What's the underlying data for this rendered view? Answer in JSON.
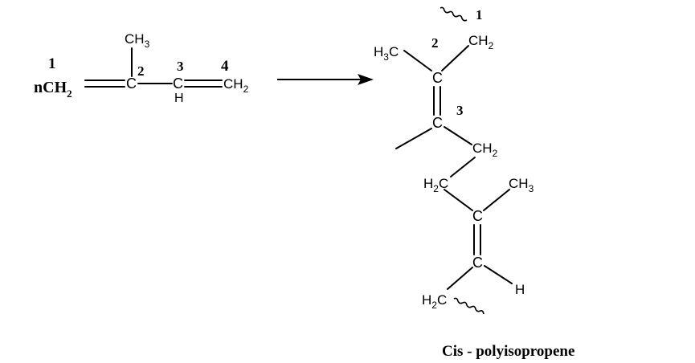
{
  "monomer": {
    "n_prefix": "n",
    "ch2_left": "CH",
    "ch2_left_sub": "2",
    "c2": "C",
    "c3": "C",
    "h3": "H",
    "ch2_right": "CH",
    "ch2_right_sub": "2",
    "methyl": "CH",
    "methyl_sub": "3",
    "num1": "1",
    "num2": "2",
    "num3": "3",
    "num4": "4"
  },
  "polymer": {
    "num1": "1",
    "num2": "2",
    "num3": "3",
    "ch2_top": "CH",
    "ch2_top_sub": "2",
    "h3c_a": "H",
    "h3c_a_sub": "3",
    "h3c_a_c": "C",
    "c_a1": "C",
    "c_a2": "C",
    "ch2_mid": "CH",
    "ch2_mid_sub": "2",
    "h2c_mid": "H",
    "h2c_mid_sub": "2",
    "h2c_mid_c": "C",
    "ch3_b": "CH",
    "ch3_b_sub": "3",
    "c_b1": "C",
    "c_b2": "C",
    "h_b": "H",
    "h2c_bottom": "H",
    "h2c_bottom_sub": "2",
    "h2c_bottom_c": "C"
  },
  "caption": "Cis - polyisopropene"
}
